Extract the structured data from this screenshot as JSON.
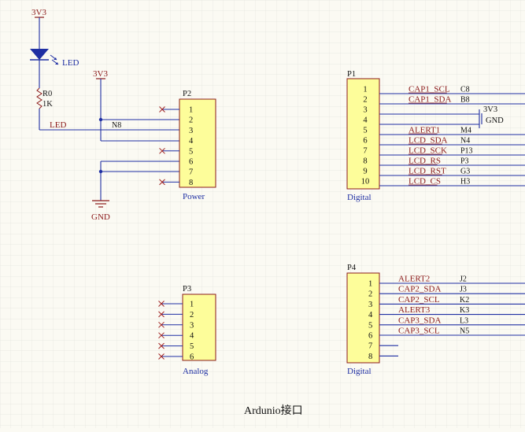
{
  "title": "Ardunio接口",
  "power_labels": {
    "vcc_top": "3V3",
    "vcc_mid": "3V3",
    "gnd": "GND",
    "cap_vcc": "3V3",
    "cap_gnd": "GND"
  },
  "led": {
    "designator": "LED",
    "net_label": "LED"
  },
  "resistor": {
    "designator": "R0",
    "value": "1K"
  },
  "p2": {
    "designator": "P2",
    "name": "Power",
    "pins": [
      "1",
      "2",
      "3",
      "4",
      "5",
      "6",
      "7",
      "8"
    ],
    "net_n8": "N8"
  },
  "p1": {
    "designator": "P1",
    "name": "Digital",
    "pins": [
      "1",
      "2",
      "3",
      "4",
      "5",
      "6",
      "7",
      "8",
      "9",
      "10"
    ],
    "nets": [
      {
        "name": "CAP1_SCL",
        "pin": "C8"
      },
      {
        "name": "CAP1_SDA",
        "pin": "B8"
      },
      {
        "name": "",
        "pin": ""
      },
      {
        "name": "",
        "pin": ""
      },
      {
        "name": "ALERT1",
        "pin": "M4"
      },
      {
        "name": "LCD_SDA",
        "pin": "N4"
      },
      {
        "name": "LCD_SCK",
        "pin": "P13"
      },
      {
        "name": "LCD_RS",
        "pin": "P3"
      },
      {
        "name": "LCD_RST",
        "pin": "G3"
      },
      {
        "name": "LCD_CS",
        "pin": "H3"
      }
    ]
  },
  "p3": {
    "designator": "P3",
    "name": "Analog",
    "pins": [
      "1",
      "2",
      "3",
      "4",
      "5",
      "6"
    ]
  },
  "p4": {
    "designator": "P4",
    "name": "Digital",
    "pins": [
      "1",
      "2",
      "3",
      "4",
      "5",
      "6",
      "7",
      "8"
    ],
    "nets": [
      {
        "name": "ALERT2",
        "pin": "J2"
      },
      {
        "name": "CAP2_SDA",
        "pin": "J3"
      },
      {
        "name": "CAP2_SCL",
        "pin": "K2"
      },
      {
        "name": "ALERT3",
        "pin": "K3"
      },
      {
        "name": "CAP3_SDA",
        "pin": "L3"
      },
      {
        "name": "CAP3_SCL",
        "pin": "N5"
      },
      {
        "name": "",
        "pin": ""
      },
      {
        "name": "",
        "pin": ""
      }
    ]
  },
  "colors": {
    "wire": "#1f2fa3",
    "net_label": "#8b1a1a",
    "body_fill": "#fdfd9a",
    "body_stroke": "#8b1a1a",
    "grid": "#e2e2dc"
  }
}
